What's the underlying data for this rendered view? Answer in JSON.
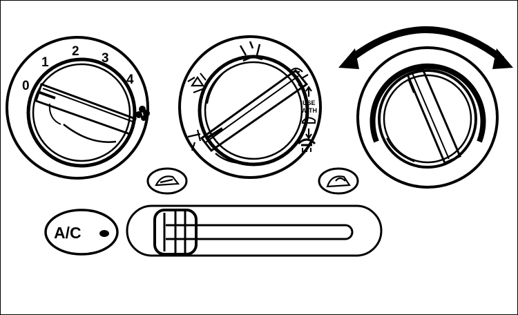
{
  "fan_control": {
    "speed_labels": [
      "0",
      "1",
      "2",
      "3",
      "4"
    ],
    "icon": "fan-icon"
  },
  "mode_control": {
    "side_text": [
      "USE",
      "WITH"
    ],
    "icons": [
      "vent-face-icon",
      "bi-level-icon",
      "floor-icon",
      "floor-defrost-icon",
      "defrost-icon",
      "recirculation-icon"
    ]
  },
  "temperature_control": {
    "icons": [
      "temperature-arrow-icon"
    ]
  },
  "ac_button": {
    "label": "A/C"
  },
  "buttons": {
    "left_icon": "fresh-air-icon",
    "right_icon": "recirculation-icon"
  },
  "colors": {
    "ink": "#000000",
    "background": "#ffffff"
  }
}
